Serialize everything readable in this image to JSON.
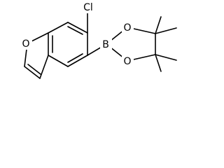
{
  "molecule": {
    "atoms": {
      "chlorine": "Cl",
      "furan_oxygen": "O",
      "boron": "B",
      "ester_oxygen_top": "O",
      "ester_oxygen_bottom": "O"
    }
  },
  "colors": {
    "bond": "#000000",
    "background": "#ffffff"
  }
}
